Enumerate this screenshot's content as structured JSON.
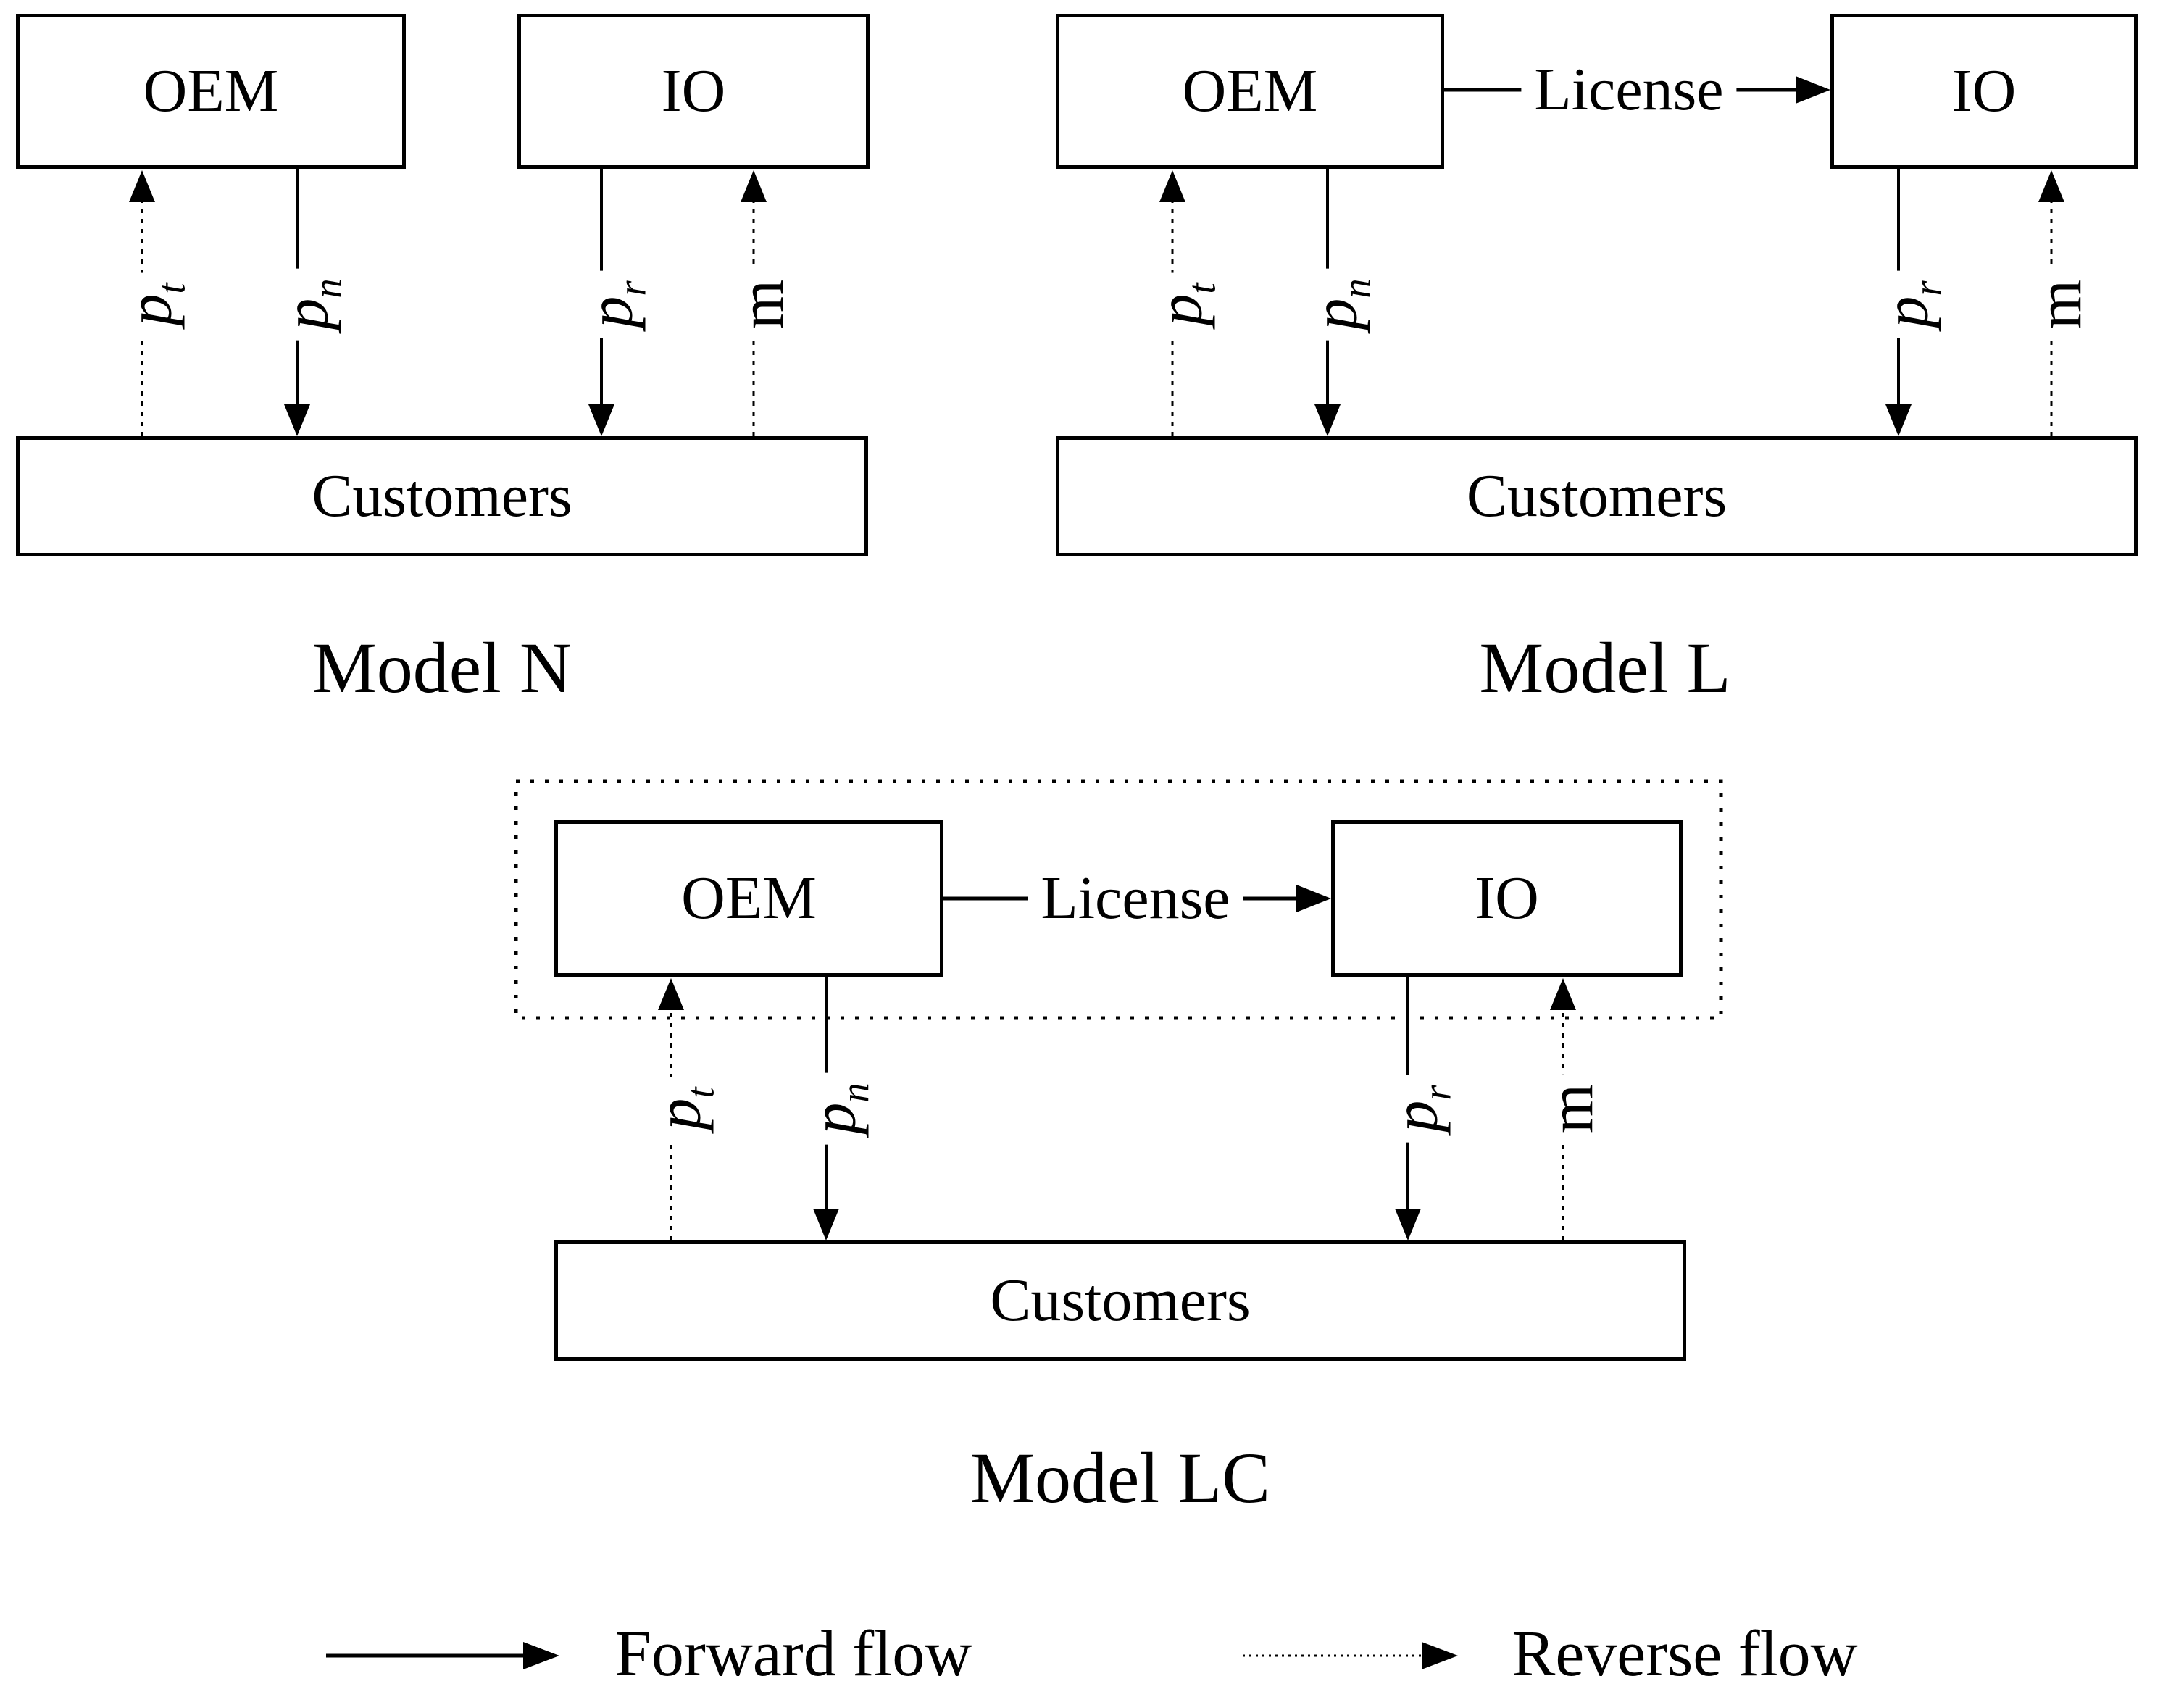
{
  "colors": {
    "ink": "#000000",
    "paper": "#ffffff"
  },
  "models": [
    {
      "title": "Model N",
      "boxes": {
        "oem": "OEM",
        "io": "IO",
        "customers": "Customers"
      },
      "arrows": {
        "pt": {
          "base": "p",
          "sub": "t",
          "flow": "reverse"
        },
        "pn": {
          "base": "p",
          "sub": "n",
          "flow": "forward"
        },
        "pr": {
          "base": "p",
          "sub": "r",
          "flow": "forward"
        },
        "m": {
          "base": "m",
          "sub": "",
          "flow": "reverse"
        }
      }
    },
    {
      "title": "Model L",
      "license_label": "License",
      "boxes": {
        "oem": "OEM",
        "io": "IO",
        "customers": "Customers"
      },
      "arrows": {
        "pt": {
          "base": "p",
          "sub": "t",
          "flow": "reverse"
        },
        "pn": {
          "base": "p",
          "sub": "n",
          "flow": "forward"
        },
        "pr": {
          "base": "p",
          "sub": "r",
          "flow": "forward"
        },
        "m": {
          "base": "m",
          "sub": "",
          "flow": "reverse"
        }
      }
    },
    {
      "title": "Model LC",
      "license_label": "License",
      "boxes": {
        "oem": "OEM",
        "io": "IO",
        "customers": "Customers"
      },
      "arrows": {
        "pt": {
          "base": "p",
          "sub": "t",
          "flow": "reverse"
        },
        "pn": {
          "base": "p",
          "sub": "n",
          "flow": "forward"
        },
        "pr": {
          "base": "p",
          "sub": "r",
          "flow": "forward"
        },
        "m": {
          "base": "m",
          "sub": "",
          "flow": "reverse"
        }
      }
    }
  ],
  "legend": {
    "forward": "Forward flow",
    "reverse": "Reverse flow"
  }
}
